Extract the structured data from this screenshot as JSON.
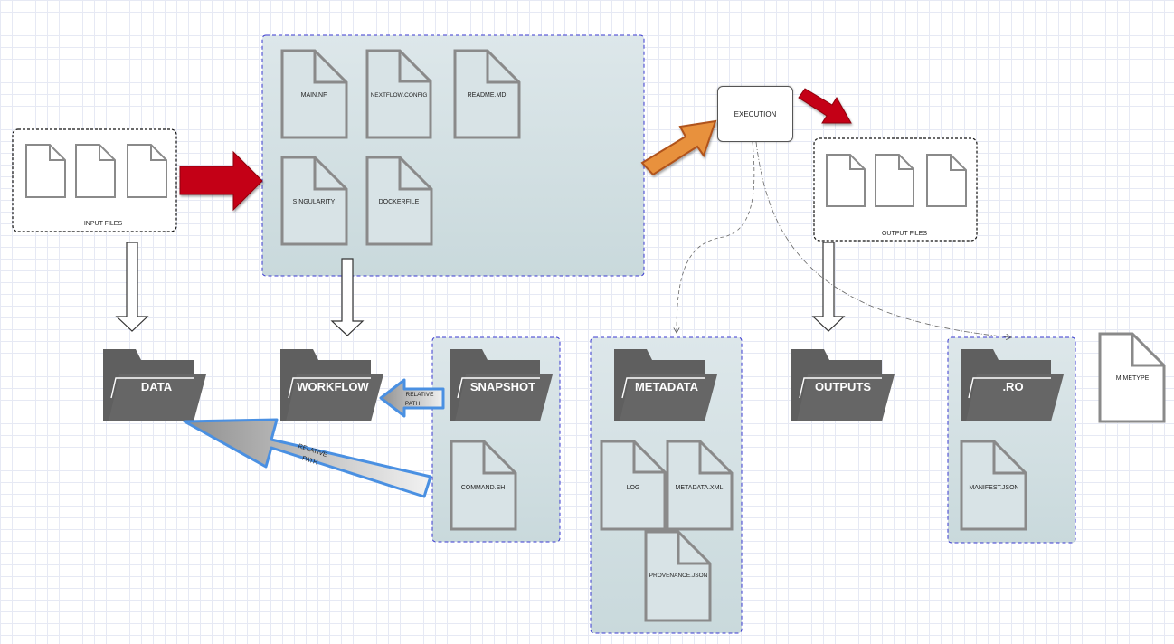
{
  "input_group": {
    "label": "INPUT FILES"
  },
  "output_group": {
    "label": "OUTPUT FILES"
  },
  "workflow_group": {
    "files": [
      "MAIN.NF",
      "NEXTFLOW.CONFIG",
      "README.MD",
      "SINGULARITY",
      "DOCKERFILE"
    ]
  },
  "execution": {
    "label": "EXECUTION"
  },
  "folders": {
    "data": "DATA",
    "workflow": "WORKFLOW",
    "snapshot": "SNAPSHOT",
    "metadata": "METADATA",
    "outputs": "OUTPUTS",
    "ro": ".RO"
  },
  "snapshot_files": [
    "COMMAND.SH"
  ],
  "metadata_files": [
    "LOG",
    "METADATA.XML",
    "PROVENANCE.JSON"
  ],
  "ro_files": [
    "MANIFEST.JSON"
  ],
  "standalone_file": "MIMETYPE",
  "relative_path_label": [
    "RELATIVE",
    "PATH"
  ],
  "colors": {
    "group_fill": "#cfdde0",
    "group_border": "#3333cc",
    "folder": "#5f5f5f",
    "red_arrow": "#c00010",
    "orange_arrow": "#e8913c",
    "blue_outline": "#4a90e2"
  }
}
